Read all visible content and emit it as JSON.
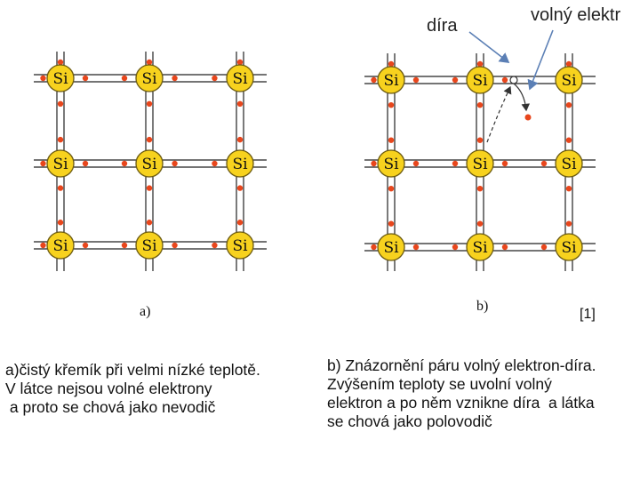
{
  "atom_symbol": "Si",
  "labels": {
    "hole": "díra",
    "free_electron": "volný elektr",
    "panel_a": "a)",
    "panel_b": "b)",
    "reference": "[1]"
  },
  "captions": {
    "a": [
      "a)čistý křemík při velmi nízké teplotě.",
      "V látce nejsou volné elektrony",
      " a proto se chová jako nevodič"
    ],
    "b": [
      "b) Znázornění páru volný elektron-díra.",
      "Zvýšením teploty se uvolní volný",
      "elektron a po něm vznikne díra  a látka",
      "se chová jako polovodič"
    ]
  },
  "colors": {
    "atom_fill": "#f7d21e",
    "atom_stroke": "#6b5a10",
    "electron": "#e8461c",
    "bond_line": "#222222",
    "pointer_arrow": "#5b7fb5"
  }
}
